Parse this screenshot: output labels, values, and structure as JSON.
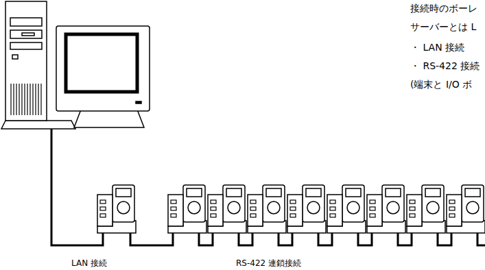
{
  "diagram": {
    "labels": [
      "接続時のボーレ",
      "サーバーとは L",
      "・ LAN 接続",
      "・ RS-422 接続",
      "(端末と I/O ボ",
      "LAN 接続",
      "RS-422 連鎖接続"
    ]
  }
}
